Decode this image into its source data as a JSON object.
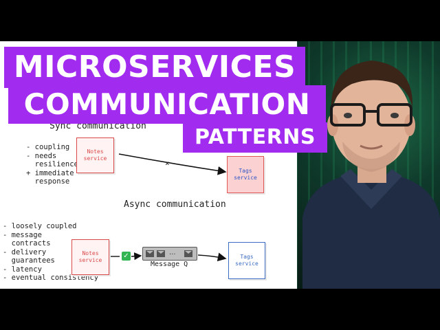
{
  "banner": {
    "line1": "MICROSERVICES",
    "line2": "COMMUNICATION",
    "line3": "PATTERNS",
    "color": "#a22bf0"
  },
  "sync": {
    "title": "Sync communication",
    "points": [
      "- coupling",
      "- needs",
      "  resilience",
      "+ immediate",
      "  response"
    ],
    "source_service": "Notes\nservice",
    "target_service": "Tags\nservice",
    "arrow_mark": "×"
  },
  "async": {
    "title": "Async communication",
    "points": [
      "- loosely coupled",
      "- message",
      "  contracts",
      "- delivery",
      "  guarantees",
      "- latency",
      "- eventual consistency"
    ],
    "source_service": "Notes\nservice",
    "target_service": "Tags\nservice",
    "queue_label": "Message Q",
    "check_icon": "check-icon",
    "queue_dots": "...",
    "check_glyph": "✓"
  }
}
